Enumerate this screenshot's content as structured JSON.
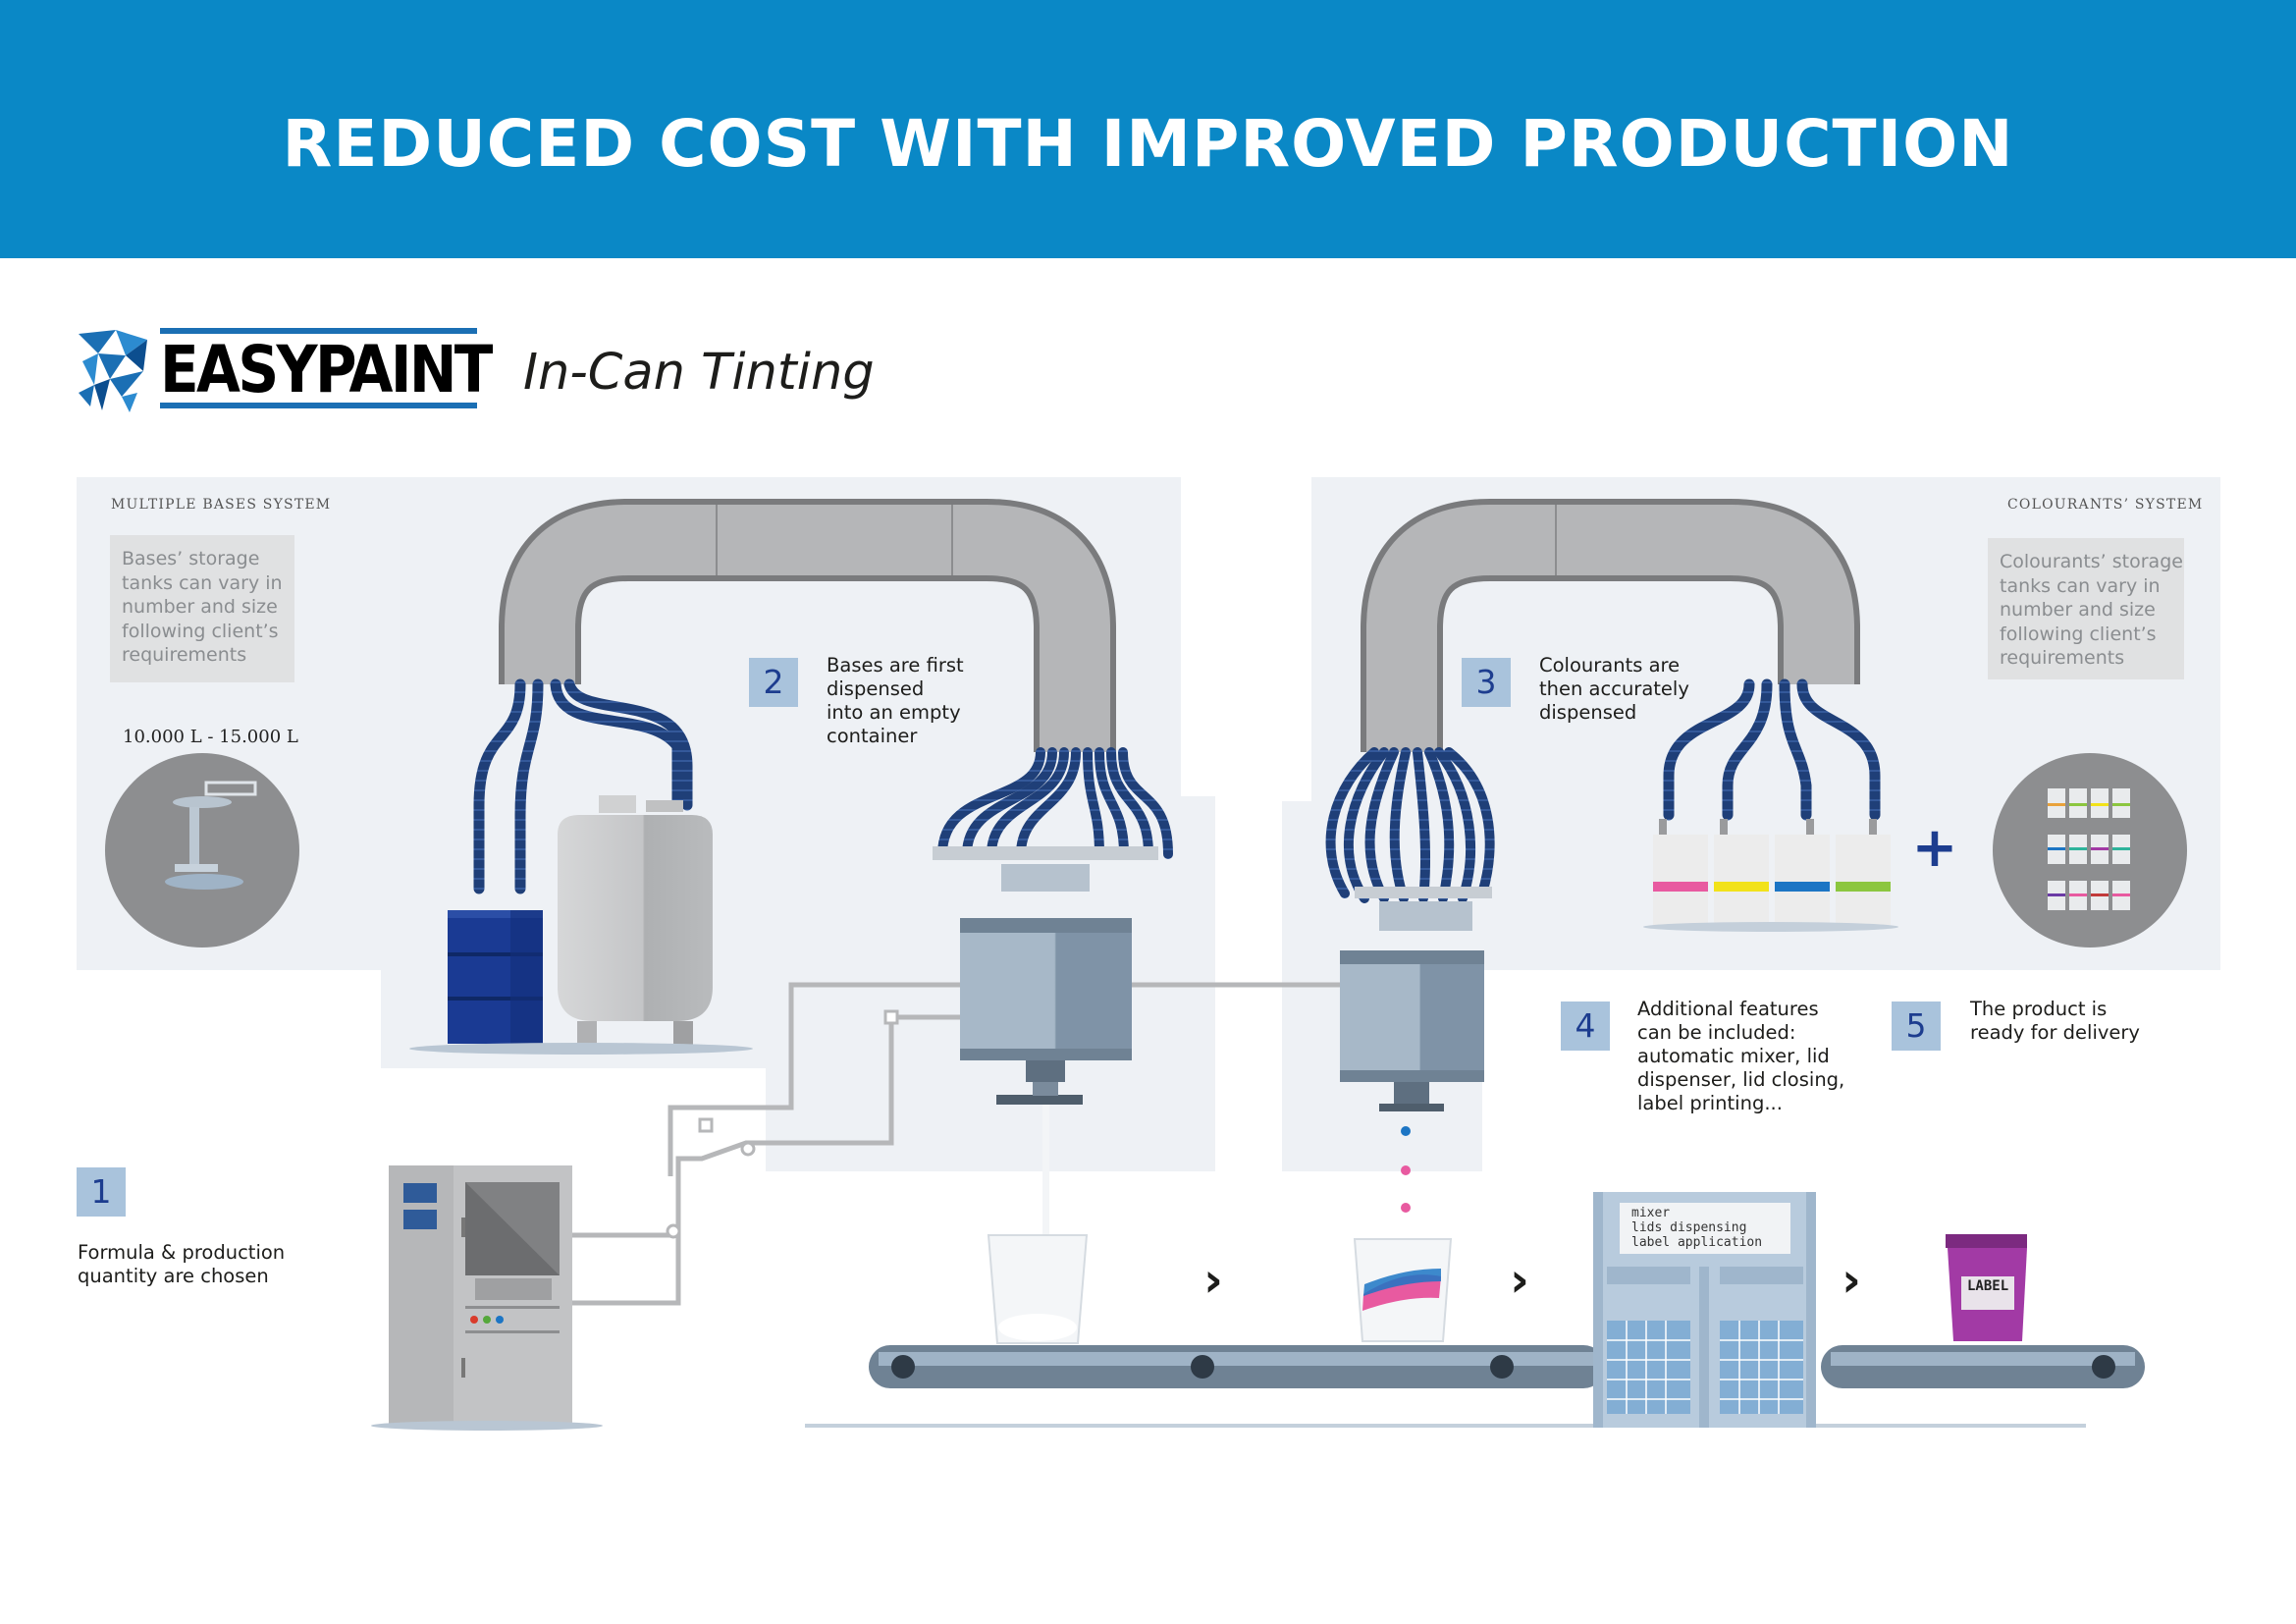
{
  "header": {
    "title": "REDUCED COST WITH IMPROVED PRODUCTION"
  },
  "logo": {
    "name": "EASYPAINT"
  },
  "subtitle": "In-Can Tinting",
  "bases_system": {
    "label": "MULTIPLE BASES SYSTEM",
    "note_lines": [
      "Bases’ storage",
      "tanks can vary in",
      "number and size",
      "following client’s",
      "requirements"
    ],
    "capacity": "10.000 L - 15.000 L"
  },
  "colourants_system": {
    "label": "COLOURANTS’ SYSTEM",
    "note_lines": [
      "Colourants’ storage",
      "tanks can vary in",
      "number and size",
      "following client’s",
      "requirements"
    ],
    "plus": "+"
  },
  "steps": [
    {
      "number": "1",
      "lines": [
        "Formula & production",
        "quantity are chosen"
      ]
    },
    {
      "number": "2",
      "lines": [
        "Bases are first",
        "dispensed",
        "into an empty",
        "container"
      ]
    },
    {
      "number": "3",
      "lines": [
        "Colourants are",
        "then accurately",
        "dispensed"
      ]
    },
    {
      "number": "4",
      "lines": [
        "Additional features",
        "can be included:",
        "automatic mixer, lid",
        "dispenser, lid closing,",
        "label printing..."
      ]
    },
    {
      "number": "5",
      "lines": [
        "The product is",
        "ready for delivery"
      ]
    }
  ],
  "machine_panel_lines": [
    "mixer",
    "lids dispensing",
    "label application"
  ],
  "product_label": "LABEL",
  "conveyor_arrows": [
    "›",
    "›",
    "›"
  ],
  "colors": {
    "banner": "#0a88c6",
    "panel_bg": "#eef1f5",
    "step_badge": "#a9c3dc",
    "step_number": "#1d3d8f",
    "hose": "#1f3f78",
    "base_drum": "#1a3a93",
    "colourant_pink": "#e85aa0",
    "colourant_yellow": "#f2e21a",
    "colourant_blue": "#1c75c4",
    "colourant_green": "#8cc63f",
    "product_can": "#a23aa5"
  }
}
